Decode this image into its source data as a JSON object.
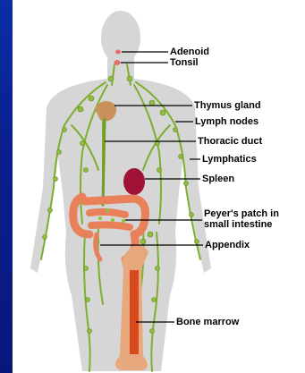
{
  "labels": {
    "adenoid": "Adenoid",
    "tonsil": "Tonsil",
    "thymus_gland": "Thymus gland",
    "lymph_nodes": "Lymph nodes",
    "thoracic_duct": "Thoracic duct",
    "lymphatics": "Lymphatics",
    "spleen": "Spleen",
    "peyers_patch_line1": "Peyer's patch in",
    "peyers_patch_line2": "small intestine",
    "appendix": "Appendix",
    "bone_marrow": "Bone marrow"
  },
  "colors": {
    "slide_background": "#0a1f8f",
    "body_silhouette": "#d4d4d4",
    "lymph_vessels": "#7fae2f",
    "thymus": "#c9925c",
    "spleen": "#a01236",
    "intestine": "#e8805a",
    "bone": "#e6a87c",
    "bone_marrow": "#d8491e"
  }
}
